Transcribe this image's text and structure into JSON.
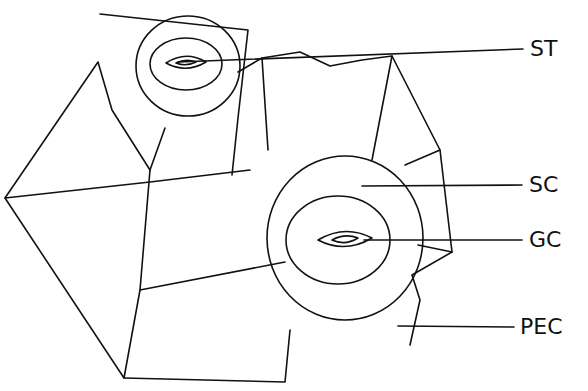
{
  "diagram": {
    "labels": [
      "ST",
      "SC",
      "GC",
      "PEC"
    ]
  }
}
